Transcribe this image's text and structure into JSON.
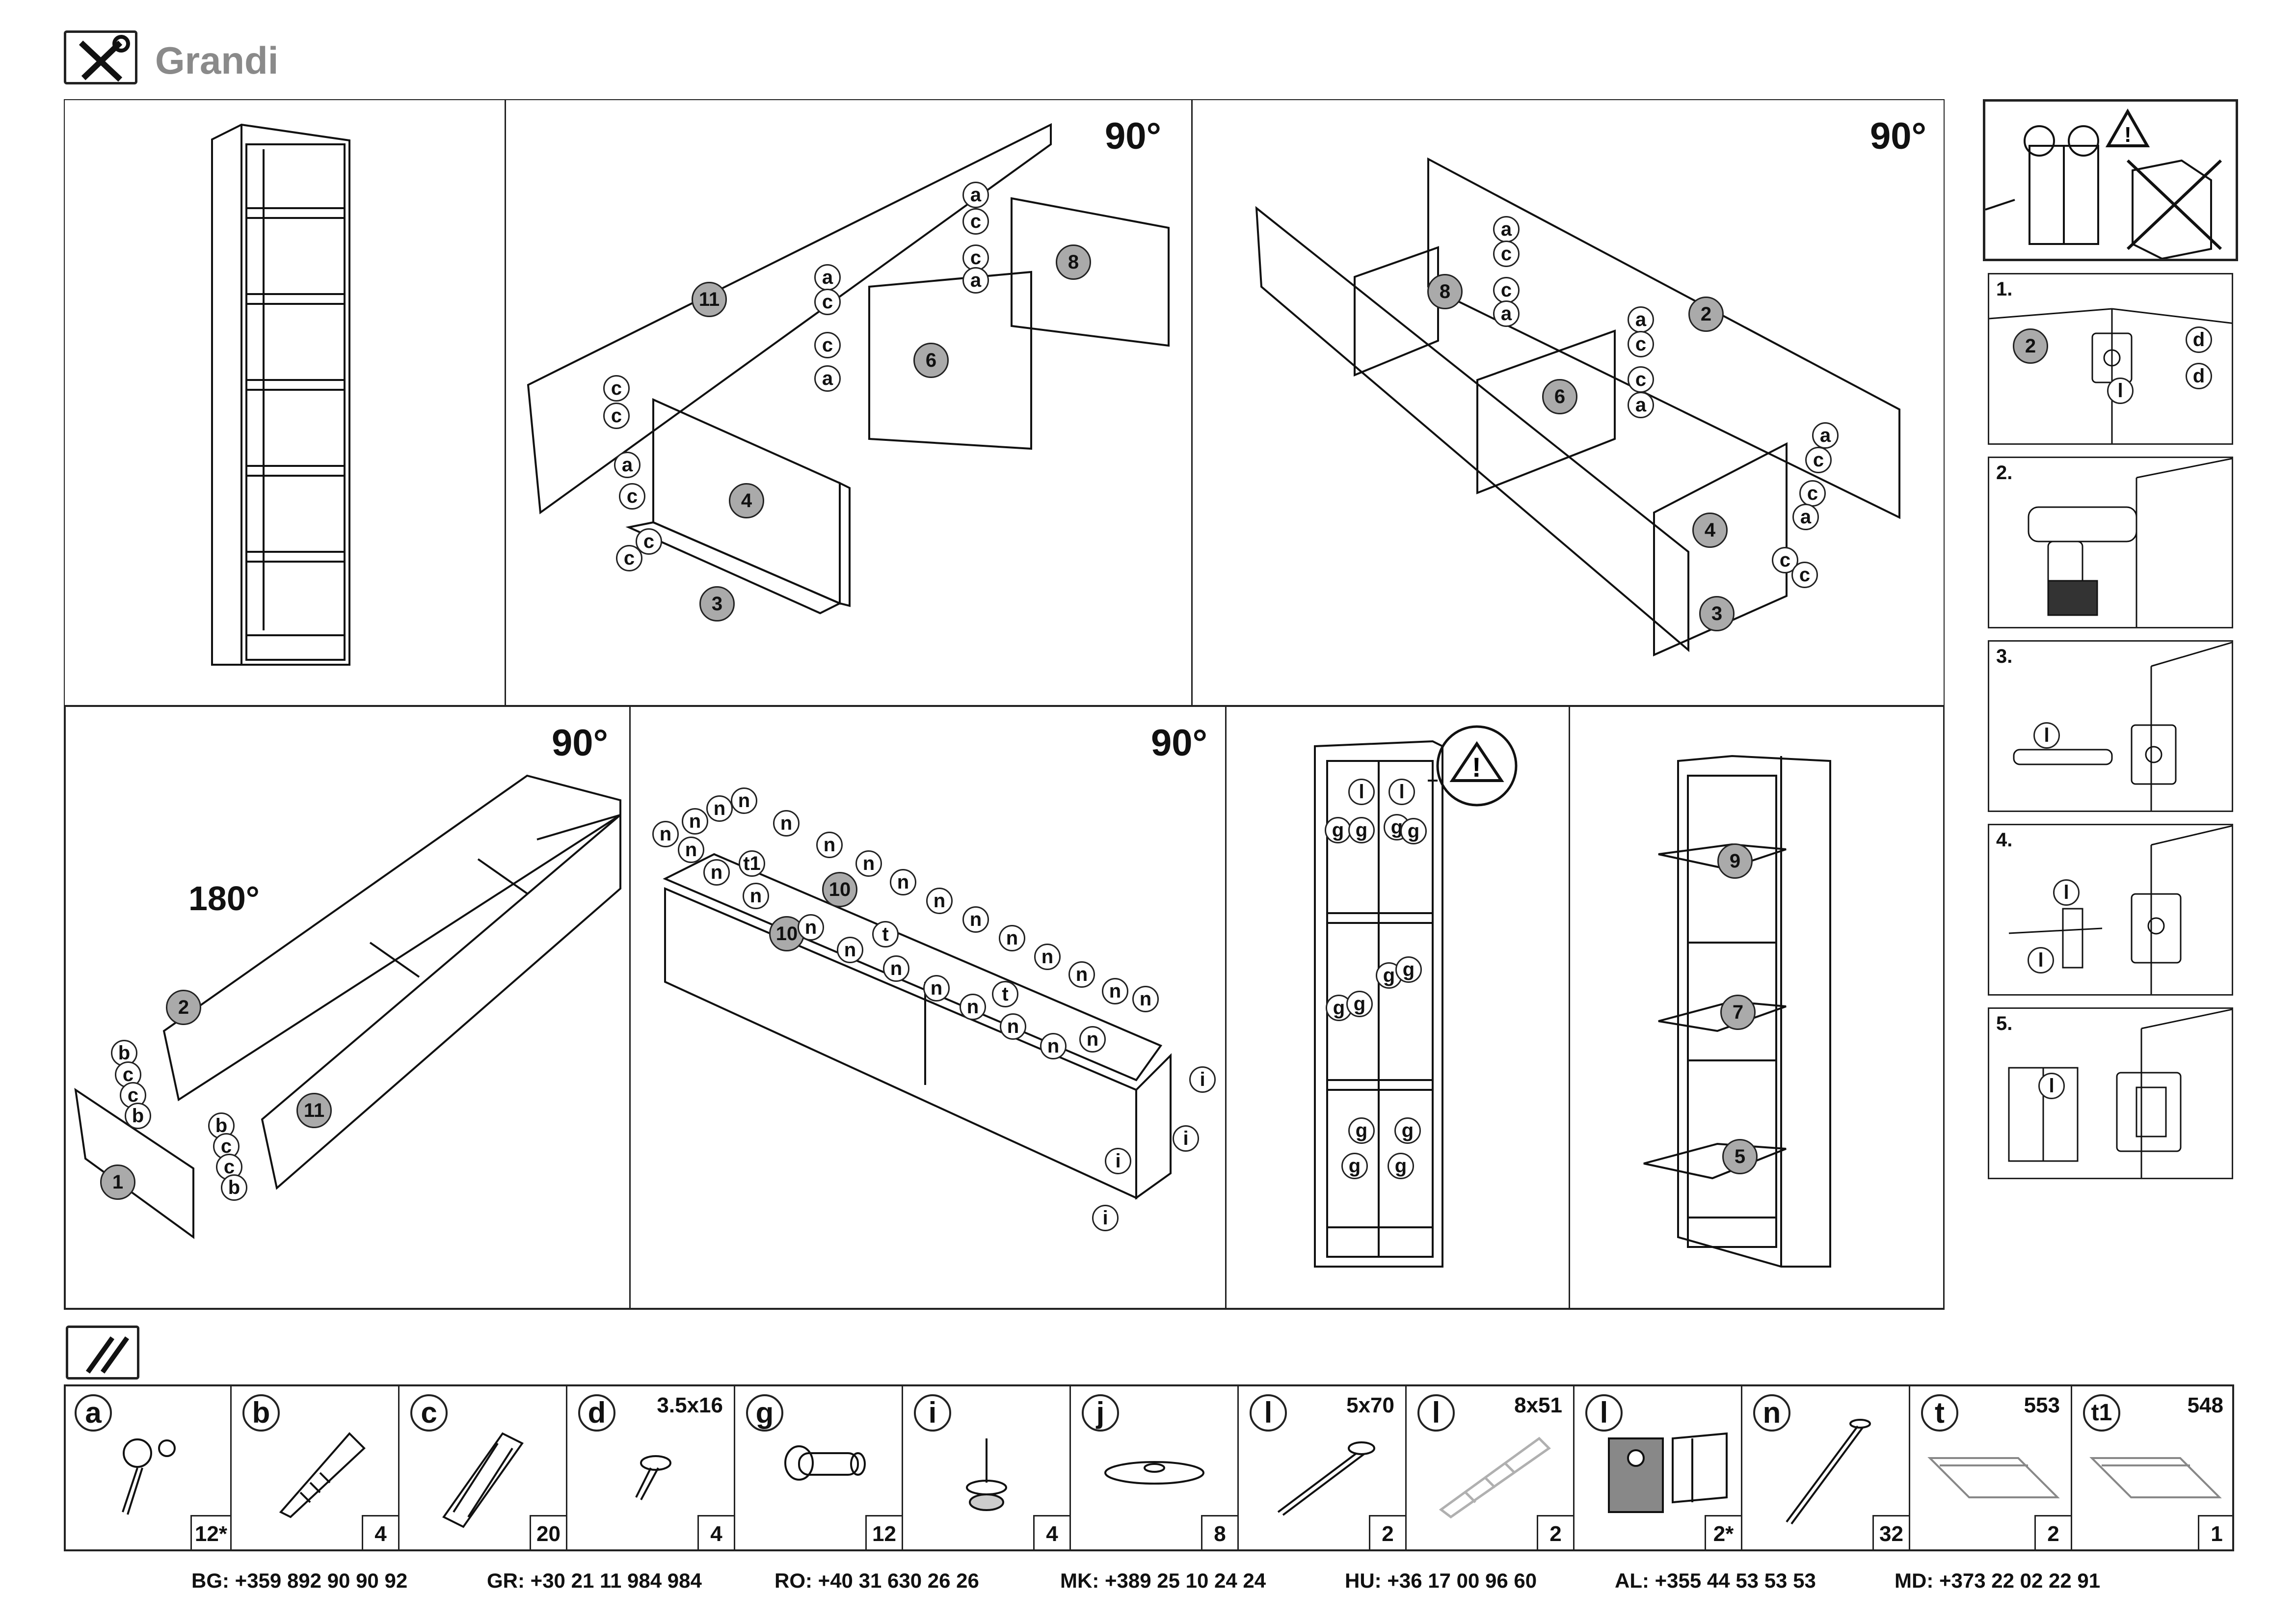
{
  "header": {
    "title": "Grandi",
    "icon": "tools-icon"
  },
  "rotations": {
    "r90": "90°",
    "r180": "180°"
  },
  "panels": {
    "p2": {
      "nums": [
        "11",
        "6",
        "8",
        "4",
        "3"
      ],
      "letters": [
        "a",
        "c",
        "c",
        "a",
        "a",
        "c",
        "c",
        "a",
        "c",
        "c",
        "a",
        "c",
        "c",
        "c"
      ]
    },
    "p3": {
      "nums": [
        "8",
        "2",
        "6",
        "4",
        "3"
      ],
      "letters": [
        "a",
        "c",
        "c",
        "a",
        "a",
        "c",
        "c",
        "a",
        "a",
        "c",
        "c",
        "a",
        "c",
        "c"
      ]
    },
    "p4": {
      "nums": [
        "2",
        "11",
        "1"
      ],
      "letters": [
        "b",
        "c",
        "c",
        "b",
        "b",
        "c",
        "c",
        "b"
      ]
    },
    "p5": {
      "nums": [
        "10",
        "10"
      ],
      "n": "n",
      "t": "t",
      "t1": "t1",
      "i": "i"
    },
    "p6": {
      "l": "l",
      "g": "g"
    },
    "p7": {
      "nums": [
        "9",
        "7",
        "5"
      ]
    }
  },
  "wall_steps": [
    {
      "label": "1.",
      "num": "2",
      "letters": [
        "d",
        "d",
        "l"
      ]
    },
    {
      "label": "2."
    },
    {
      "label": "3.",
      "letters": [
        "l"
      ]
    },
    {
      "label": "4.",
      "letters": [
        "l",
        "l"
      ]
    },
    {
      "label": "5.",
      "letters": [
        "l"
      ]
    }
  ],
  "hardware": [
    {
      "letter": "a",
      "size": "",
      "qty": "12*",
      "icon": "cam-lock-icon"
    },
    {
      "letter": "b",
      "size": "",
      "qty": "4",
      "icon": "screw-icon"
    },
    {
      "letter": "c",
      "size": "",
      "qty": "20",
      "icon": "dowel-icon"
    },
    {
      "letter": "d",
      "size": "3.5x16",
      "qty": "4",
      "icon": "short-screw-icon"
    },
    {
      "letter": "g",
      "size": "",
      "qty": "12",
      "icon": "shelf-pin-icon"
    },
    {
      "letter": "i",
      "size": "",
      "qty": "4",
      "icon": "nail-glide-icon"
    },
    {
      "letter": "j",
      "size": "",
      "qty": "8",
      "icon": "disc-icon"
    },
    {
      "letter": "l",
      "size": "5x70",
      "qty": "2",
      "icon": "long-screw-icon"
    },
    {
      "letter": "l",
      "size": "8x51",
      "qty": "2",
      "icon": "wall-plug-icon"
    },
    {
      "letter": "l",
      "size": "",
      "qty": "2*",
      "icon": "wall-bracket-icon"
    },
    {
      "letter": "n",
      "size": "",
      "qty": "32",
      "icon": "nail-icon"
    },
    {
      "letter": "t",
      "size": "553",
      "qty": "2",
      "icon": "joining-strip-icon"
    },
    {
      "letter": "t1",
      "size": "548",
      "qty": "1",
      "icon": "joining-strip-icon"
    }
  ],
  "contacts": [
    {
      "code": "BG:",
      "phone": "+359 892 90 90 92"
    },
    {
      "code": "GR:",
      "phone": "+30 21 11 984 984"
    },
    {
      "code": "RO:",
      "phone": "+40 31 630 26 26"
    },
    {
      "code": "MK:",
      "phone": "+389 25 10 24 24"
    },
    {
      "code": "HU:",
      "phone": "+36 17 00 96 60"
    },
    {
      "code": "AL:",
      "phone": "+355 44 53 53 53"
    },
    {
      "code": "MD:",
      "phone": "+373 22 02 22 91"
    }
  ]
}
